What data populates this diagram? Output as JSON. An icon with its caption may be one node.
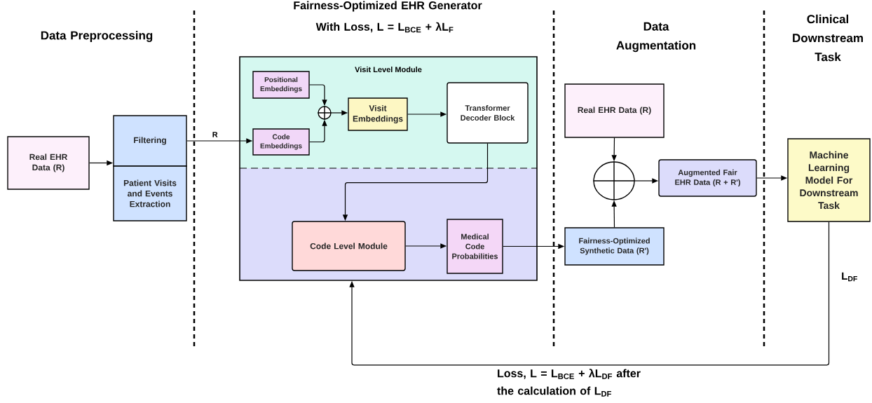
{
  "diagram": {
    "nodes": [
      {
        "text": [
          "Real EHR Data (R)"
        ]
      },
      {
        "text": [
          "Filtering"
        ]
      },
      {
        "text": [
          "Patient Visits and Events Extraction"
        ]
      },
      {
        "text": [],
        "shape": "box"
      },
      {
        "text": [
          "Visit Level Module"
        ],
        "in": 3
      },
      {
        "text": [],
        "shape": "box",
        "in": 3
      },
      {
        "text": [
          "Positional Embeddings"
        ],
        "in": 4
      },
      {
        "text": [
          "Code Embeddings"
        ],
        "in": 4
      },
      {
        "text": [],
        "shape": "circle",
        "in": 4
      },
      {
        "text": [
          "Visit Embeddings"
        ],
        "in": 4
      },
      {
        "text": [
          "Transformer Decoder Block"
        ],
        "in": 4
      },
      {
        "text": [
          "Code Level Module"
        ],
        "in": 5
      },
      {
        "text": [
          "Medical Code Probabilities"
        ],
        "in": 5
      },
      {
        "text": [
          "Real EHR Data (R)"
        ]
      },
      {
        "text": [],
        "shape": "circle"
      },
      {
        "text": [
          "Augmented Fair EHR Data (R + R')"
        ]
      },
      {
        "text": [
          "Fairness-Optimized Synthetic Data (R')"
        ]
      },
      {
        "text": [
          "Machine Learning Model For Downstream Task"
        ]
      }
    ],
    "edges": [
      {
        "from": 0,
        "to": 1,
        "arrow": "to"
      },
      {
        "from": 1,
        "to": 7,
        "arrow": "to",
        "label": "R"
      },
      {
        "from": 6,
        "to": 8,
        "arrow": "to"
      },
      {
        "from": 7,
        "to": 8,
        "arrow": "to"
      },
      {
        "from": 8,
        "to": 9,
        "arrow": "to"
      },
      {
        "from": 9,
        "to": 10,
        "arrow": "to"
      },
      {
        "from": 10,
        "to": 11,
        "arrow": "to"
      },
      {
        "from": 11,
        "to": 12,
        "arrow": "to"
      },
      {
        "from": 12,
        "to": 16,
        "arrow": "to"
      },
      {
        "from": 13,
        "to": 14,
        "arrow": "to"
      },
      {
        "from": 16,
        "to": 14,
        "arrow": "to"
      },
      {
        "from": 14,
        "to": 15,
        "arrow": "to"
      },
      {
        "from": 15,
        "to": 17,
        "arrow": "to"
      },
      {
        "from": 17,
        "to": 3,
        "arrow": "to",
        "label": "L$_{DF}$"
      }
    ],
    "labels": [
      "Data Preprocessing",
      "Fairness-Optimized EHR Generator",
      "With Loss, L = L$_{BCE}$ + λL$_{F}$",
      "Data Augmentation",
      "Clinical Downstream Task",
      "Loss, L = L$_{BCE}$ + λL$_{DF}$ after the calculation of L$_{DF}$"
    ]
  }
}
